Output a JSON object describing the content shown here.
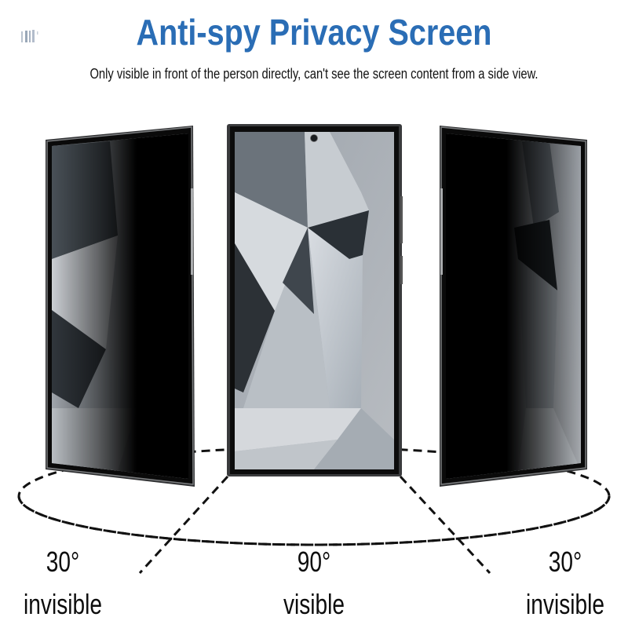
{
  "header": {
    "title": "Anti-spy Privacy Screen",
    "subtitle": "Only visible in front of the person directly, can't see the screen content from a side view.",
    "title_color": "#2a6db5"
  },
  "phones": [
    {
      "position": "left",
      "view": "side",
      "state": "dark"
    },
    {
      "position": "center",
      "view": "front",
      "state": "clear"
    },
    {
      "position": "right",
      "view": "side",
      "state": "dark"
    }
  ],
  "angles": [
    {
      "angle": "30°",
      "status": "invisible"
    },
    {
      "angle": "90°",
      "status": "visible"
    },
    {
      "angle": "30°",
      "status": "invisible"
    }
  ]
}
